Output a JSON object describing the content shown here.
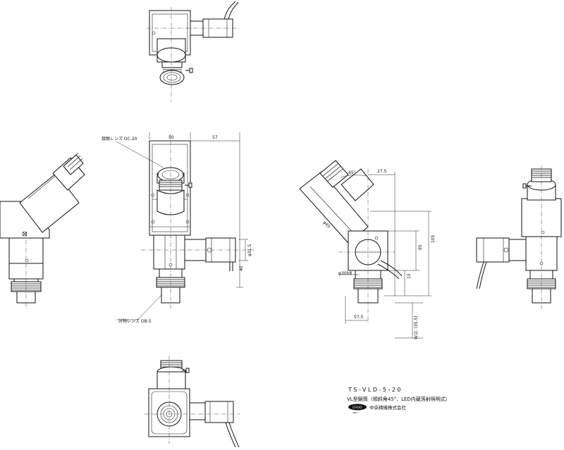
{
  "labels": {
    "eyepiece": "接眼レンズ OC-20",
    "objective": "対物レンズ OB-5",
    "dim_50": "50",
    "dim_57": "57",
    "dim_d31_5": "φ31.5",
    "dim_40": "40",
    "dim_27_5": "27.5",
    "dim_45deg": "45°",
    "dim_95": "95",
    "dim_105": "105",
    "dim_phi45": "φ45",
    "dim_d30": "φ30h8",
    "dim_15": "15",
    "dim_57_5": "57.5",
    "dim_wd": "W.D.  (35.5)"
  },
  "title_block": {
    "model": "TS-VLD-5-20",
    "description": "VL型鏡筒（傾斜角45°、LED内蔵落射照明式）",
    "company": "中央精機株式会社",
    "logo_text": "CHUO",
    "logo_sub": "SEIKI"
  },
  "colors": {
    "line": "#111111",
    "background": "#ffffff"
  }
}
